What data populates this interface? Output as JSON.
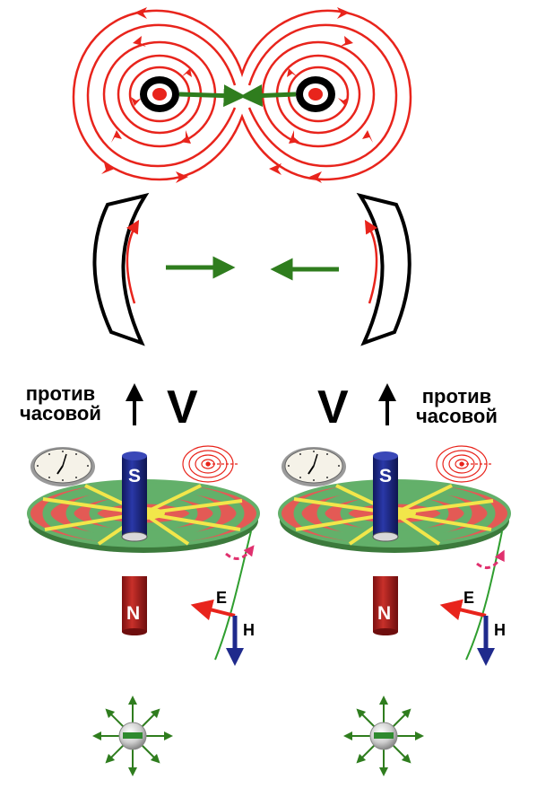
{
  "colors": {
    "field_lines": "#e8241c",
    "force_arrows": "#2f7d1e",
    "magnet_s": "#1f2a8c",
    "magnet_n": "#c0231f",
    "disk_red": "#e35a55",
    "disk_green": "#63b06a",
    "disk_yellow": "#f2e64a",
    "e_vector": "#e8241c",
    "h_vector": "#1f2a8c",
    "dashed_arrow": "#e0306e"
  },
  "labels": {
    "left": {
      "direction_text_line1": "против",
      "direction_text_line2": "часовой",
      "velocity": "V",
      "pole_top": "S",
      "pole_bottom": "N",
      "e_label": "E",
      "h_label": "H"
    },
    "right": {
      "direction_text_line1": "против",
      "direction_text_line2": "часовой",
      "velocity": "V",
      "pole_top": "S",
      "pole_bottom": "N",
      "e_label": "E",
      "h_label": "H"
    }
  },
  "icons": [
    "clock-icon",
    "spiral-field-icon",
    "up-arrow-icon",
    "charge-icon"
  ]
}
